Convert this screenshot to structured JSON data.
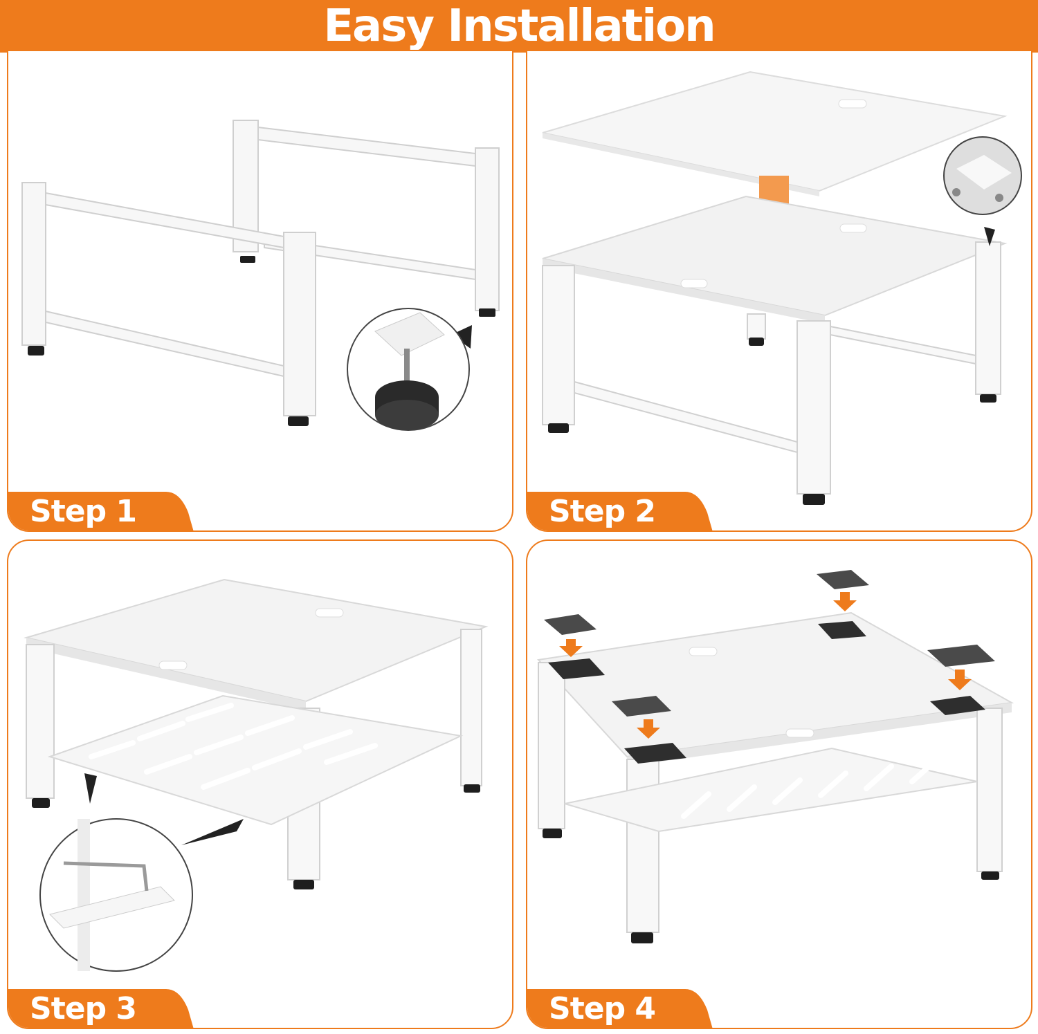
{
  "header": {
    "title": "Easy Installation"
  },
  "colors": {
    "accent": "#ee7b1c",
    "frame": "#f4f4f4",
    "foot": "#1e1e1e",
    "pad": "#3a3a3a"
  },
  "steps": [
    {
      "label": "Step 1",
      "illustration": "leg-frames-with-adjustable-foot-inset"
    },
    {
      "label": "Step 2",
      "illustration": "top-panel-placement-with-bolt-inset"
    },
    {
      "label": "Step 3",
      "illustration": "bottom-shelf-with-hex-key-inset"
    },
    {
      "label": "Step 4",
      "illustration": "anti-slip-pads-on-corners"
    }
  ]
}
